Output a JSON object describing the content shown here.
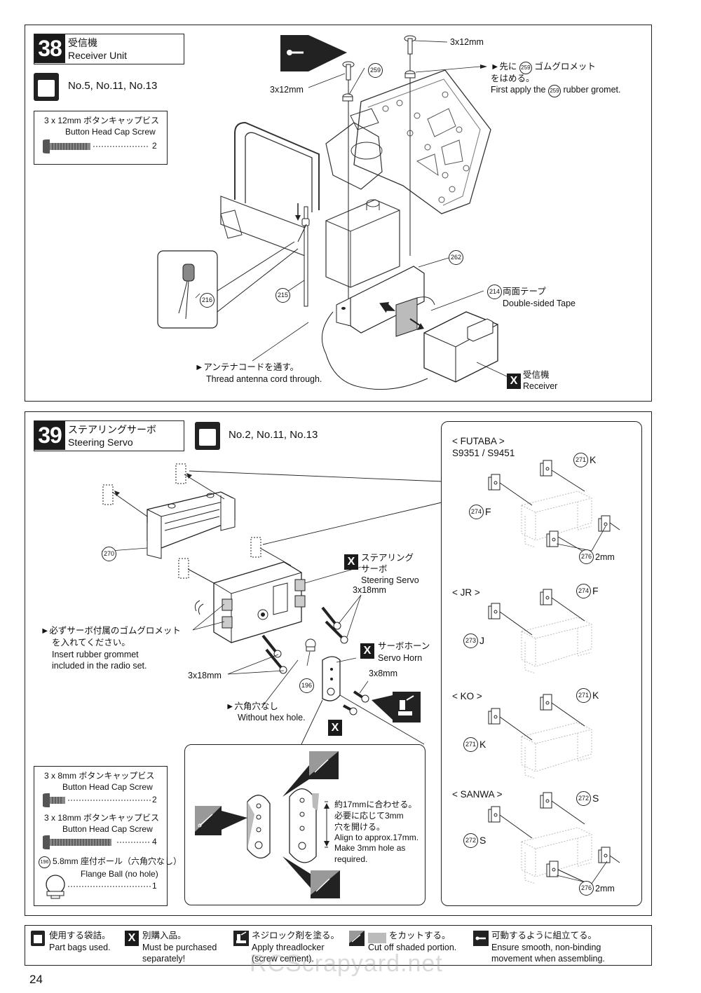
{
  "step38": {
    "number": "38",
    "title_jp": "受信機",
    "title_en": "Receiver Unit",
    "bags": "No.5, No.11, No.13",
    "parts": {
      "name_jp": "3 x 12mm ボタンキャップビス",
      "name_en": "Button Head Cap Screw",
      "qty": "2"
    },
    "labels": {
      "screw_a": "3x12mm",
      "screw_b": "3x12mm",
      "grommet_jp1": "►先に",
      "grommet_num": "259",
      "grommet_jp2": "ゴムグロメット",
      "grommet_jp3": "をはめる。",
      "grommet_en1": "First apply the",
      "grommet_en2": "rubber gromet.",
      "part_259": "259",
      "part_262": "262",
      "part_214": "214",
      "part_215": "215",
      "part_216": "216",
      "tape_jp": "両面テープ",
      "tape_en": "Double-sided Tape",
      "antenna_jp": "►アンテナコードを通す。",
      "antenna_en": "Thread antenna cord through.",
      "receiver_jp": "受信機",
      "receiver_en": "Receiver",
      "x": "X"
    }
  },
  "step39": {
    "number": "39",
    "title_jp": "ステアリングサーボ",
    "title_en": "Steering Servo",
    "bags": "No.2, No.11, No.13",
    "labels": {
      "part_270": "270",
      "part_196": "196",
      "servo_jp1": "ステアリング",
      "servo_jp2": "サーボ",
      "servo_en": "Steering Servo",
      "screw_3x18_a": "3x18mm",
      "screw_3x18_b": "3x18mm",
      "screw_3x8": "3x8mm",
      "horn_jp": "サーボホーン",
      "horn_en": "Servo Horn",
      "grommet_jp1": "►必ずサーボ付属のゴムグロメット",
      "grommet_jp2": "を入れてください。",
      "grommet_en1": "Insert rubber grommet",
      "grommet_en2": "included in the radio set.",
      "hex_jp": "►六角穴なし",
      "hex_en": "Without hex hole.",
      "align_jp1": "約17mmに合わせる。",
      "align_jp2": "必要に応じて3mm",
      "align_jp3": "穴を開ける。",
      "align_en1": "Align to approx.17mm.",
      "align_en2": "Make 3mm hole as",
      "align_en3": "required.",
      "x": "X"
    },
    "parts": [
      {
        "name_jp": "3 x 8mm ボタンキャップビス",
        "name_en": "Button Head Cap Screw",
        "qty": "2"
      },
      {
        "name_jp": "3 x 18mm ボタンキャップビス",
        "name_en": "Button Head Cap Screw",
        "qty": "4"
      },
      {
        "num": "196",
        "name_jp": "5.8mm 座付ボール（六角穴なし）",
        "name_en": "Flange Ball (no hole)",
        "qty": "1"
      }
    ],
    "brands": [
      {
        "name": "< FUTABA >",
        "model": "S9351 / S9451",
        "top_num": "271",
        "top_letter": "K",
        "left_num": "274",
        "left_letter": "F",
        "bottom_num": "276",
        "bottom_text": "2mm"
      },
      {
        "name": "< JR >",
        "model": "",
        "top_num": "274",
        "top_letter": "F",
        "left_num": "273",
        "left_letter": "J",
        "bottom_num": "",
        "bottom_text": ""
      },
      {
        "name": "< KO >",
        "model": "",
        "top_num": "271",
        "top_letter": "K",
        "left_num": "271",
        "left_letter": "K",
        "bottom_num": "",
        "bottom_text": ""
      },
      {
        "name": "< SANWA >",
        "model": "",
        "top_num": "272",
        "top_letter": "S",
        "left_num": "272",
        "left_letter": "S",
        "bottom_num": "276",
        "bottom_text": "2mm"
      }
    ]
  },
  "legend": [
    {
      "icon": "bag-icon",
      "jp": "使用する袋詰。",
      "en": "Part bags used."
    },
    {
      "icon": "x-icon",
      "jp": "別購入品。",
      "en1": "Must be purchased",
      "en2": "separately!"
    },
    {
      "icon": "threadlocker-icon",
      "jp": "ネジロック剤を塗る。",
      "en1": "Apply threadlocker",
      "en2": "(screw cement)."
    },
    {
      "icon": "cut-icon",
      "jp": "をカットする。",
      "en": "Cut off shaded portion."
    },
    {
      "icon": "movable-icon",
      "jp": "可動するように組立てる。",
      "en1": "Ensure smooth, non-binding",
      "en2": "movement when assembling."
    }
  ],
  "page_number": "24",
  "watermark": "RCScrapyard.net"
}
